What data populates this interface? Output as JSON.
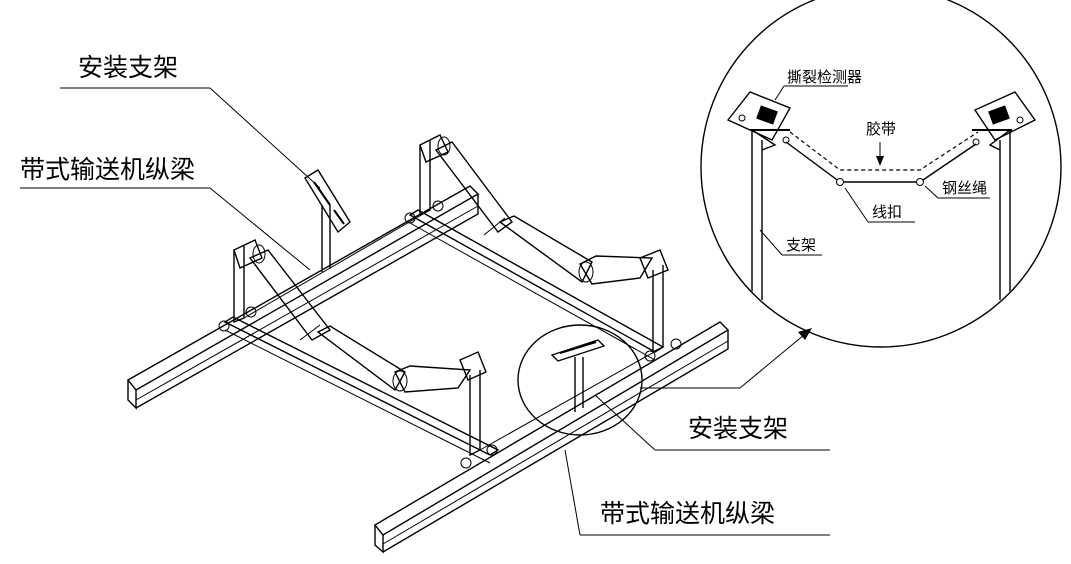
{
  "labels": {
    "mount_bracket_top": "安装支架",
    "beam_left": "带式输送机纵梁",
    "mount_bracket_bottom": "安装支架",
    "beam_bottom": "带式输送机纵梁"
  },
  "detail": {
    "tear_detector": "撕裂检测器",
    "belt": "胶带",
    "wire_clip": "线扣",
    "steel_cord": "钢丝绳",
    "bracket": "支架"
  }
}
